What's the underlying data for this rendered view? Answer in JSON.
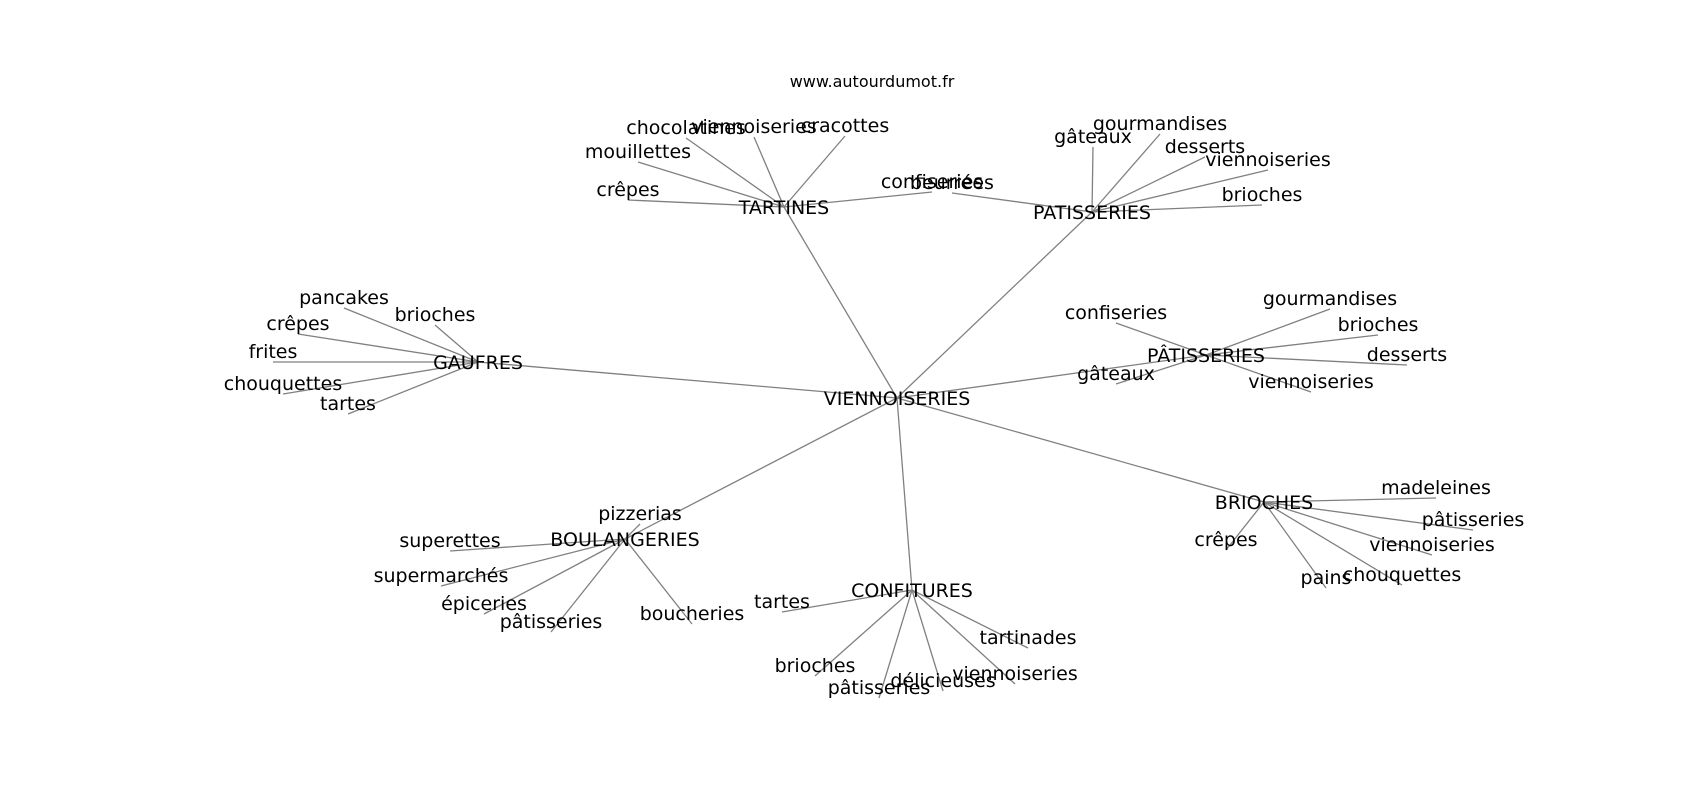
{
  "source": "www.autourdumot.fr",
  "root": "VIENNOISERIES",
  "colors": {
    "edge": "#808080",
    "text": "#000000",
    "background": "#ffffff"
  },
  "clusters": [
    {
      "label": "TARTINES",
      "children": [
        "chocolatines",
        "viennoiseries",
        "cracottes",
        "mouillettes",
        "crêpes",
        "confiseries"
      ]
    },
    {
      "label": "PATISSERIES",
      "children": [
        "gourmandises",
        "gâteaux",
        "desserts",
        "viennoiseries",
        "brioches",
        "beurrées"
      ]
    },
    {
      "label": "GAUFRES",
      "children": [
        "pancakes",
        "brioches",
        "crêpes",
        "frites",
        "chouquettes",
        "tartes"
      ]
    },
    {
      "label": "PÂTISSERIES",
      "children": [
        "confiseries",
        "gourmandises",
        "brioches",
        "desserts",
        "viennoiseries",
        "gâteaux"
      ]
    },
    {
      "label": "BRIOCHES",
      "children": [
        "madeleines",
        "pâtisseries",
        "viennoiseries",
        "chouquettes",
        "pains",
        "crêpes"
      ]
    },
    {
      "label": "BOULANGERIES",
      "children": [
        "pizzerias",
        "superettes",
        "supermarchés",
        "épiceries",
        "pâtisseries",
        "boucheries"
      ]
    },
    {
      "label": "CONFITURES",
      "children": [
        "tartes",
        "tartinades",
        "brioches",
        "viennoiseries",
        "délicieuses",
        "pâtisseries"
      ]
    }
  ]
}
